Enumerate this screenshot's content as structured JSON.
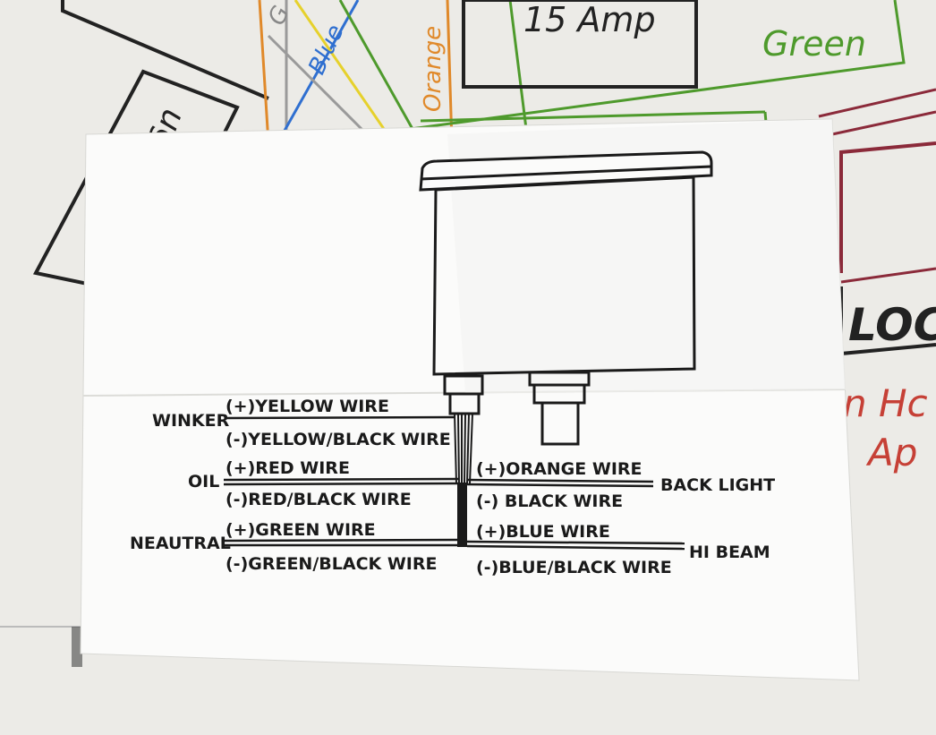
{
  "background_diagram": {
    "fuse_label": "15 Amp",
    "wire_labels": {
      "green": "Green",
      "orange": "Orange",
      "blue": "Blue",
      "partial_g": "G",
      "partial_ug": "ug",
      "partial_loc": "LOC",
      "partial_hc": "n Hc",
      "partial_ap": "Ap"
    },
    "colors": {
      "green": "#4e9a2c",
      "orange": "#e0892a",
      "blue": "#2f6fd0",
      "yellow": "#e6d12c",
      "gray": "#9a9a9a",
      "maroon": "#8b2a3a",
      "red": "#c64036"
    }
  },
  "instruction_sheet": {
    "groups": {
      "winker": "WINKER",
      "oil": "OIL",
      "neutral": "NEAUTRAL",
      "back_light": "BACK LIGHT",
      "hi_beam": "HI BEAM"
    },
    "wires": {
      "winker_pos": "(+)YELLOW WIRE",
      "winker_neg": "(-)YELLOW/BLACK WIRE",
      "oil_pos": "(+)RED WIRE",
      "oil_neg": "(-)RED/BLACK WIRE",
      "neutral_pos": "(+)GREEN WIRE",
      "neutral_neg": "(-)GREEN/BLACK WIRE",
      "back_pos": "(+)ORANGE WIRE",
      "back_neg": "(-) BLACK WIRE",
      "hibeam_pos": "(+)BLUE WIRE",
      "hibeam_neg": "(-)BLUE/BLACK WIRE"
    }
  }
}
